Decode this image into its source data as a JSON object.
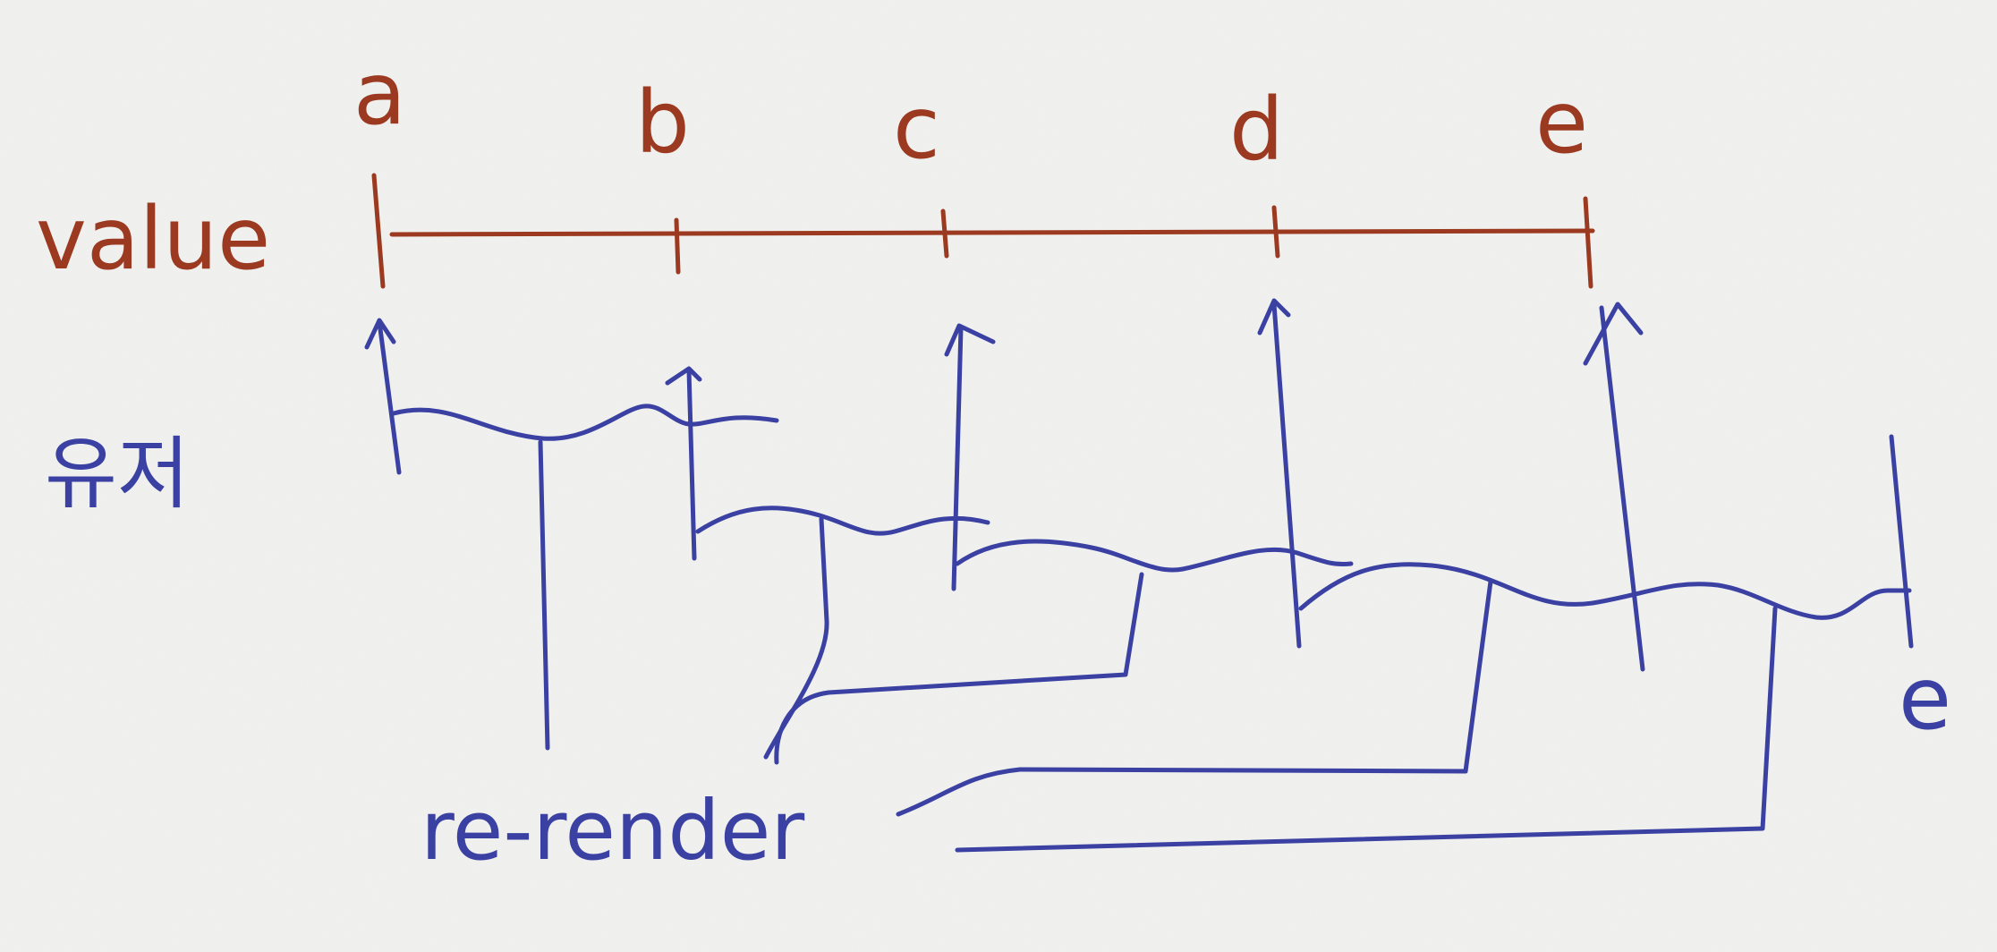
{
  "timeline": {
    "label": "value",
    "ticks": [
      "a",
      "b",
      "c",
      "d",
      "e"
    ],
    "color": "#9b3a20"
  },
  "user": {
    "label": "유저",
    "final_label": "e",
    "color": "#3a41a2"
  },
  "rerender": {
    "label": "re-render"
  }
}
